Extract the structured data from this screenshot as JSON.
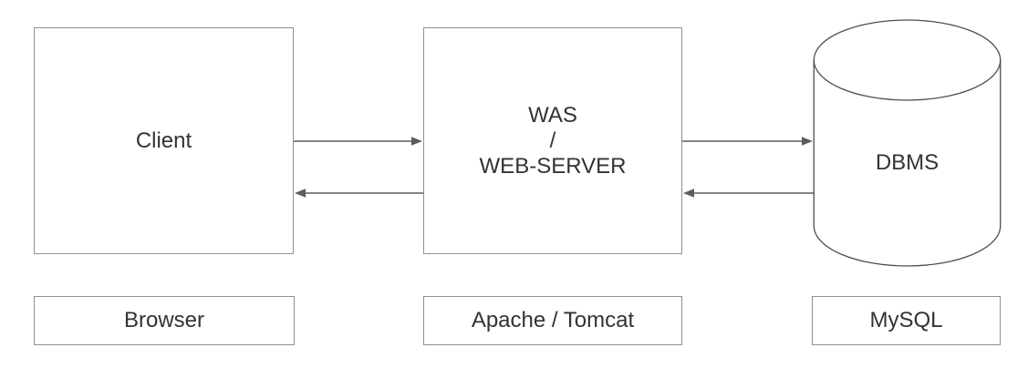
{
  "nodes": {
    "client": {
      "label": "Client",
      "shape": "rectangle"
    },
    "server": {
      "line1": "WAS",
      "line2": "/",
      "line3": "WEB-SERVER",
      "shape": "rectangle"
    },
    "dbms": {
      "label": "DBMS",
      "shape": "cylinder"
    }
  },
  "labels": {
    "browser": "Browser",
    "apache_tomcat": "Apache / Tomcat",
    "mysql": "MySQL"
  },
  "edges": [
    {
      "from": "Client",
      "to": "WAS / WEB-SERVER",
      "direction": "right"
    },
    {
      "from": "WAS / WEB-SERVER",
      "to": "Client",
      "direction": "left"
    },
    {
      "from": "WAS / WEB-SERVER",
      "to": "DBMS",
      "direction": "right"
    },
    {
      "from": "DBMS",
      "to": "WAS / WEB-SERVER",
      "direction": "left"
    }
  ],
  "colors": {
    "background": "#ffffff",
    "box_border": "#919191",
    "arrow": "#5c5c5c",
    "cylinder_stroke": "#4f4f4f",
    "text": "#333333"
  }
}
